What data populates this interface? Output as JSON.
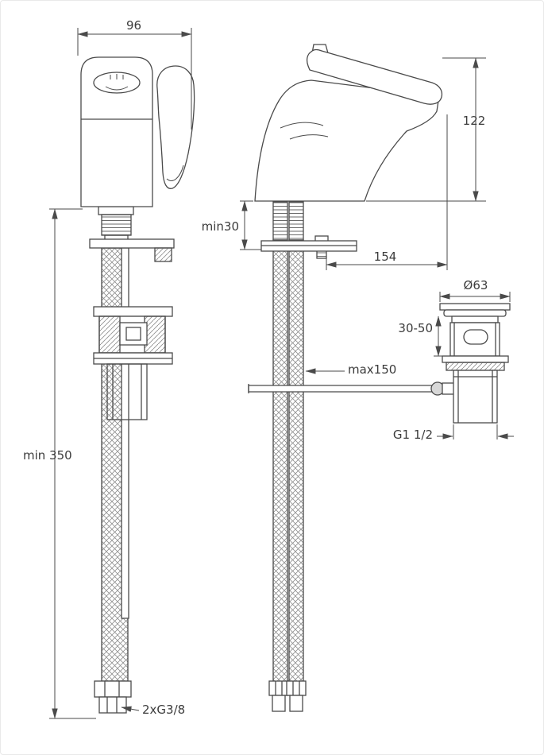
{
  "drawing": {
    "colors": {
      "line": "#4a4a4a",
      "background": "#ffffff"
    },
    "dimensions": {
      "body_width": "96",
      "spout_height": "122",
      "deck_min": "min30",
      "spout_reach": "154",
      "hose_min_length": "min 350",
      "rod_max_length": "max150",
      "waste_diameter": "Ø63",
      "waste_clamp_range": "30-50",
      "waste_thread": "G1 1/2",
      "supply_thread": "2xG3/8"
    }
  }
}
